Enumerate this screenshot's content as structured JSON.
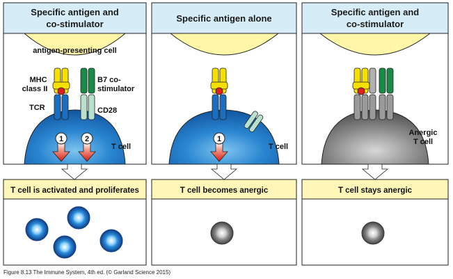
{
  "panels": [
    {
      "header_lines": [
        "Specific antigen and",
        "co-stimulator"
      ],
      "result": "T cell is activated and proliferates",
      "apc_label": "antigen-presenting cell",
      "mhc_label_lines": [
        "MHC",
        "class  II"
      ],
      "b7_label_lines": [
        "B7 co-",
        "stimulator"
      ],
      "tcr_label": "TCR",
      "cd28_label": "CD28",
      "cell_label": "T cell",
      "signal_1": "1",
      "signal_2": "2"
    },
    {
      "header_lines": [
        "Specific antigen alone"
      ],
      "result": "T cell becomes anergic",
      "cell_label": "T cell",
      "signal_1": "1"
    },
    {
      "header_lines": [
        "Specific antigen and",
        "co-stimulator"
      ],
      "result": "T cell stays anergic",
      "cell_label_lines": [
        "Anergic",
        "T cell"
      ]
    }
  ],
  "caption": "Figure 8.13  The Immune System, 4th ed. (© Garland Science 2015)"
}
